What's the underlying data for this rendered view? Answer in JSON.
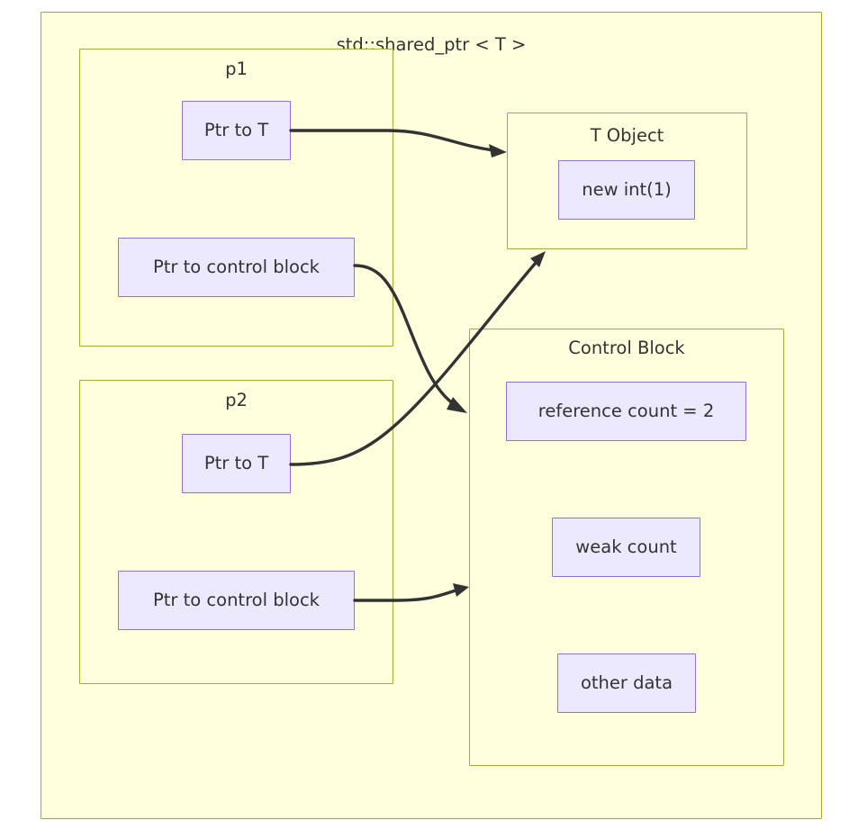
{
  "diagram": {
    "title": "std::shared_ptr < T >",
    "type": "memory-layout-diagram",
    "colors": {
      "cluster_fill": "#ffffde",
      "cluster_border": "#aaaa33",
      "node_fill": "#ece8fd",
      "node_border": "#9370db",
      "edge_stroke": "#333333",
      "text": "#333333",
      "page_background": "#ffffff"
    },
    "clusters": [
      {
        "id": "shared_ptr",
        "label": "std::shared_ptr < T >"
      },
      {
        "id": "p1",
        "label": "p1"
      },
      {
        "id": "p2",
        "label": "p2"
      },
      {
        "id": "t_object",
        "label": "T Object"
      },
      {
        "id": "control_block",
        "label": "Control Block"
      }
    ],
    "nodes": [
      {
        "id": "p1_ptr_to_t",
        "label": "Ptr to T",
        "parent": "p1"
      },
      {
        "id": "p1_ptr_to_cb",
        "label": "Ptr to control block",
        "parent": "p1"
      },
      {
        "id": "p2_ptr_to_t",
        "label": "Ptr to T",
        "parent": "p2"
      },
      {
        "id": "p2_ptr_to_cb",
        "label": "Ptr to control block",
        "parent": "p2"
      },
      {
        "id": "new_int",
        "label": "new int(1)",
        "parent": "t_object"
      },
      {
        "id": "ref_count",
        "label": "reference count = 2",
        "parent": "control_block"
      },
      {
        "id": "weak_count",
        "label": "weak count",
        "parent": "control_block"
      },
      {
        "id": "other_data",
        "label": "other data",
        "parent": "control_block"
      }
    ],
    "edges": [
      {
        "id": "e1",
        "from": "p1_ptr_to_t",
        "to": "t_object",
        "label": ""
      },
      {
        "id": "e2",
        "from": "p1_ptr_to_cb",
        "to": "control_block",
        "label": ""
      },
      {
        "id": "e3",
        "from": "p2_ptr_to_t",
        "to": "t_object",
        "label": ""
      },
      {
        "id": "e4",
        "from": "p2_ptr_to_cb",
        "to": "control_block",
        "label": ""
      }
    ]
  }
}
